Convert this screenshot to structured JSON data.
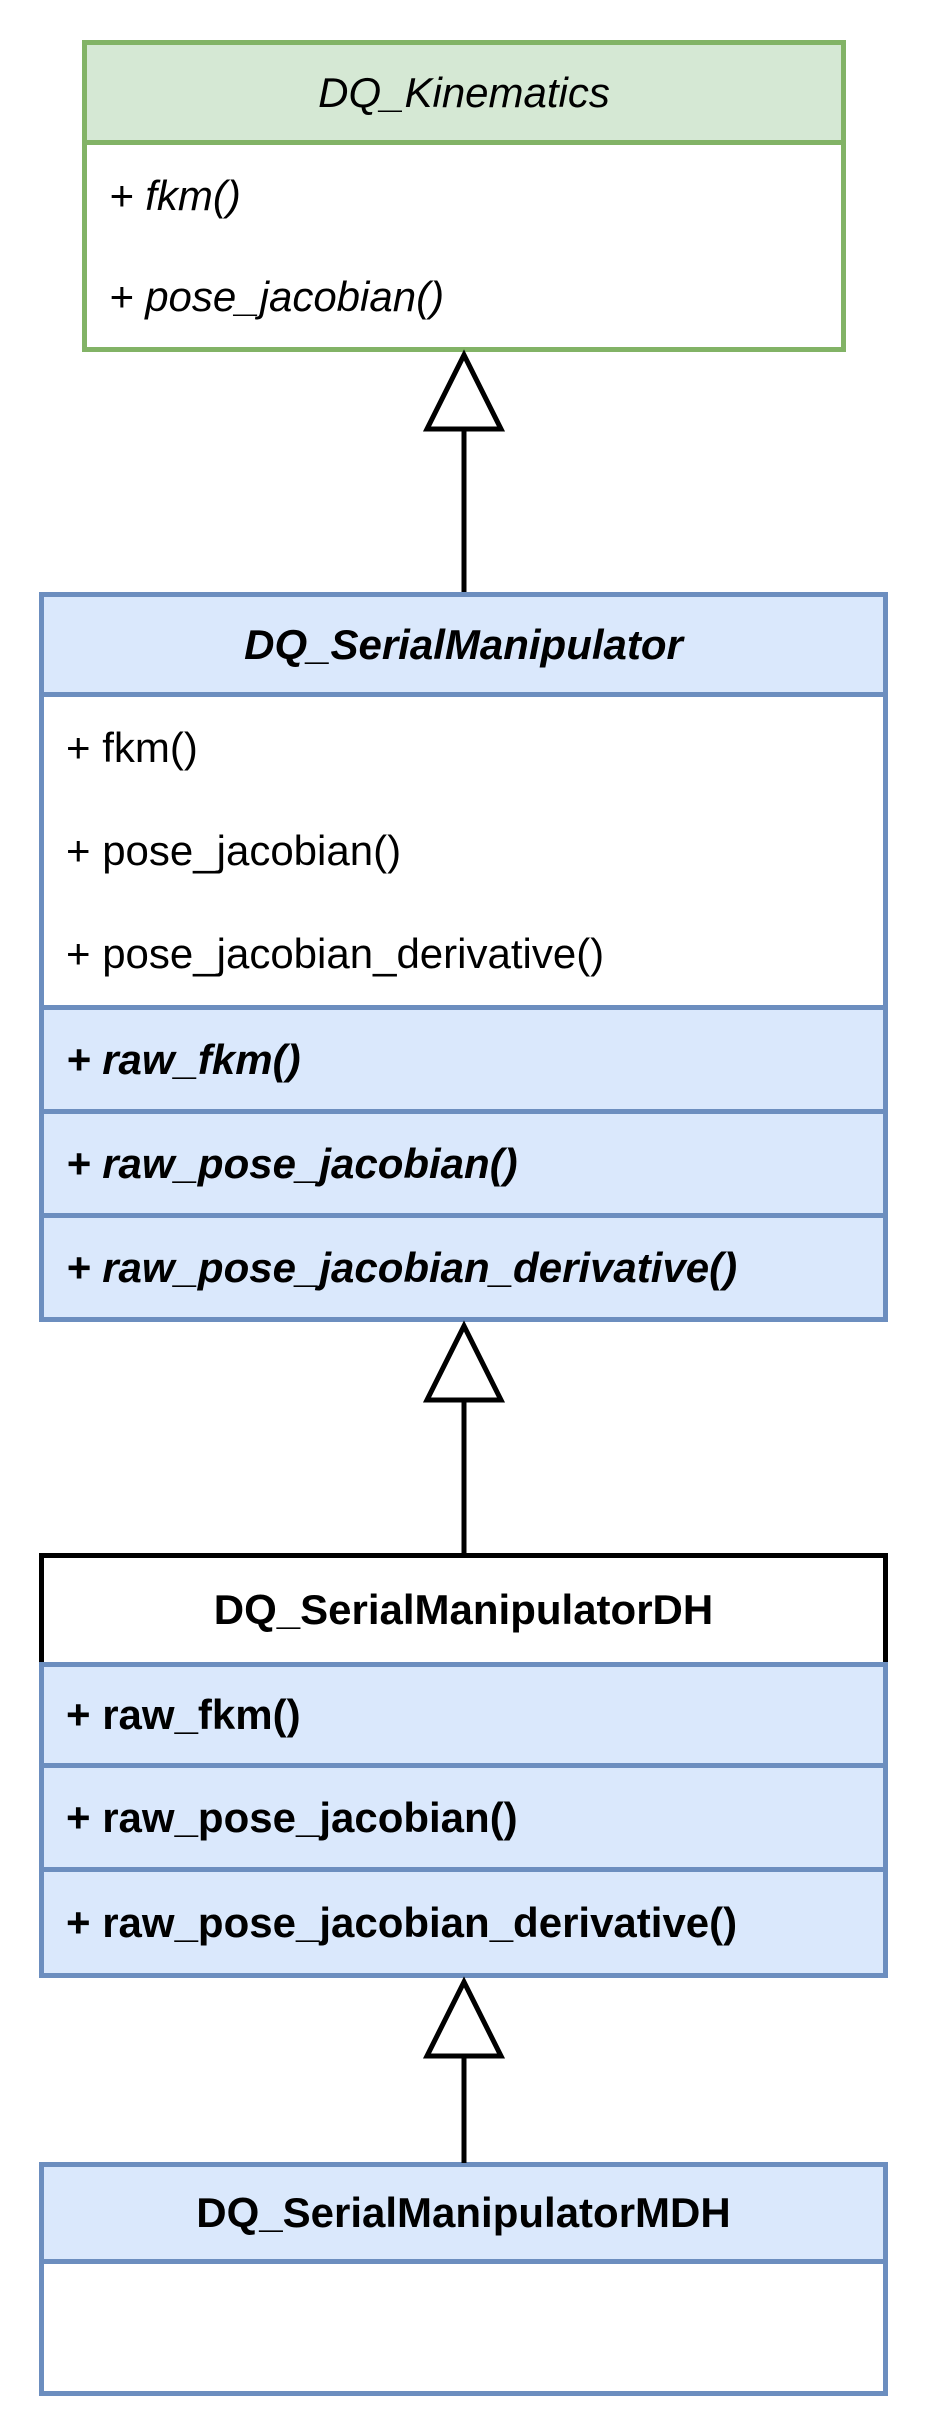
{
  "classes": [
    {
      "name": "DQ_Kinematics",
      "abstract": true,
      "methods": [
        "+ fkm()",
        "+ pose_jacobian()"
      ]
    },
    {
      "name": "DQ_SerialManipulator",
      "abstract": true,
      "methods": [
        "+ fkm()",
        "+ pose_jacobian()",
        "+ pose_jacobian_derivative()"
      ],
      "raw_methods": [
        "+ raw_fkm()",
        "+ raw_pose_jacobian()",
        "+ raw_pose_jacobian_derivative()"
      ]
    },
    {
      "name": "DQ_SerialManipulatorDH",
      "abstract": false,
      "raw_methods": [
        "+ raw_fkm()",
        "+ raw_pose_jacobian()",
        "+ raw_pose_jacobian_derivative()"
      ]
    },
    {
      "name": "DQ_SerialManipulatorMDH",
      "abstract": false,
      "raw_methods": []
    }
  ],
  "relationships": [
    {
      "type": "inheritance",
      "from": "DQ_SerialManipulator",
      "to": "DQ_Kinematics"
    },
    {
      "type": "inheritance",
      "from": "DQ_SerialManipulatorDH",
      "to": "DQ_SerialManipulator"
    },
    {
      "type": "inheritance",
      "from": "DQ_SerialManipulatorMDH",
      "to": "DQ_SerialManipulatorDH"
    }
  ],
  "colors": {
    "green_border": "#82b366",
    "green_fill": "#d5e8d4",
    "blue_border": "#6c8ebf",
    "blue_fill": "#dae8fc",
    "dh_header_border": "#000000",
    "background": "#ffffff"
  }
}
